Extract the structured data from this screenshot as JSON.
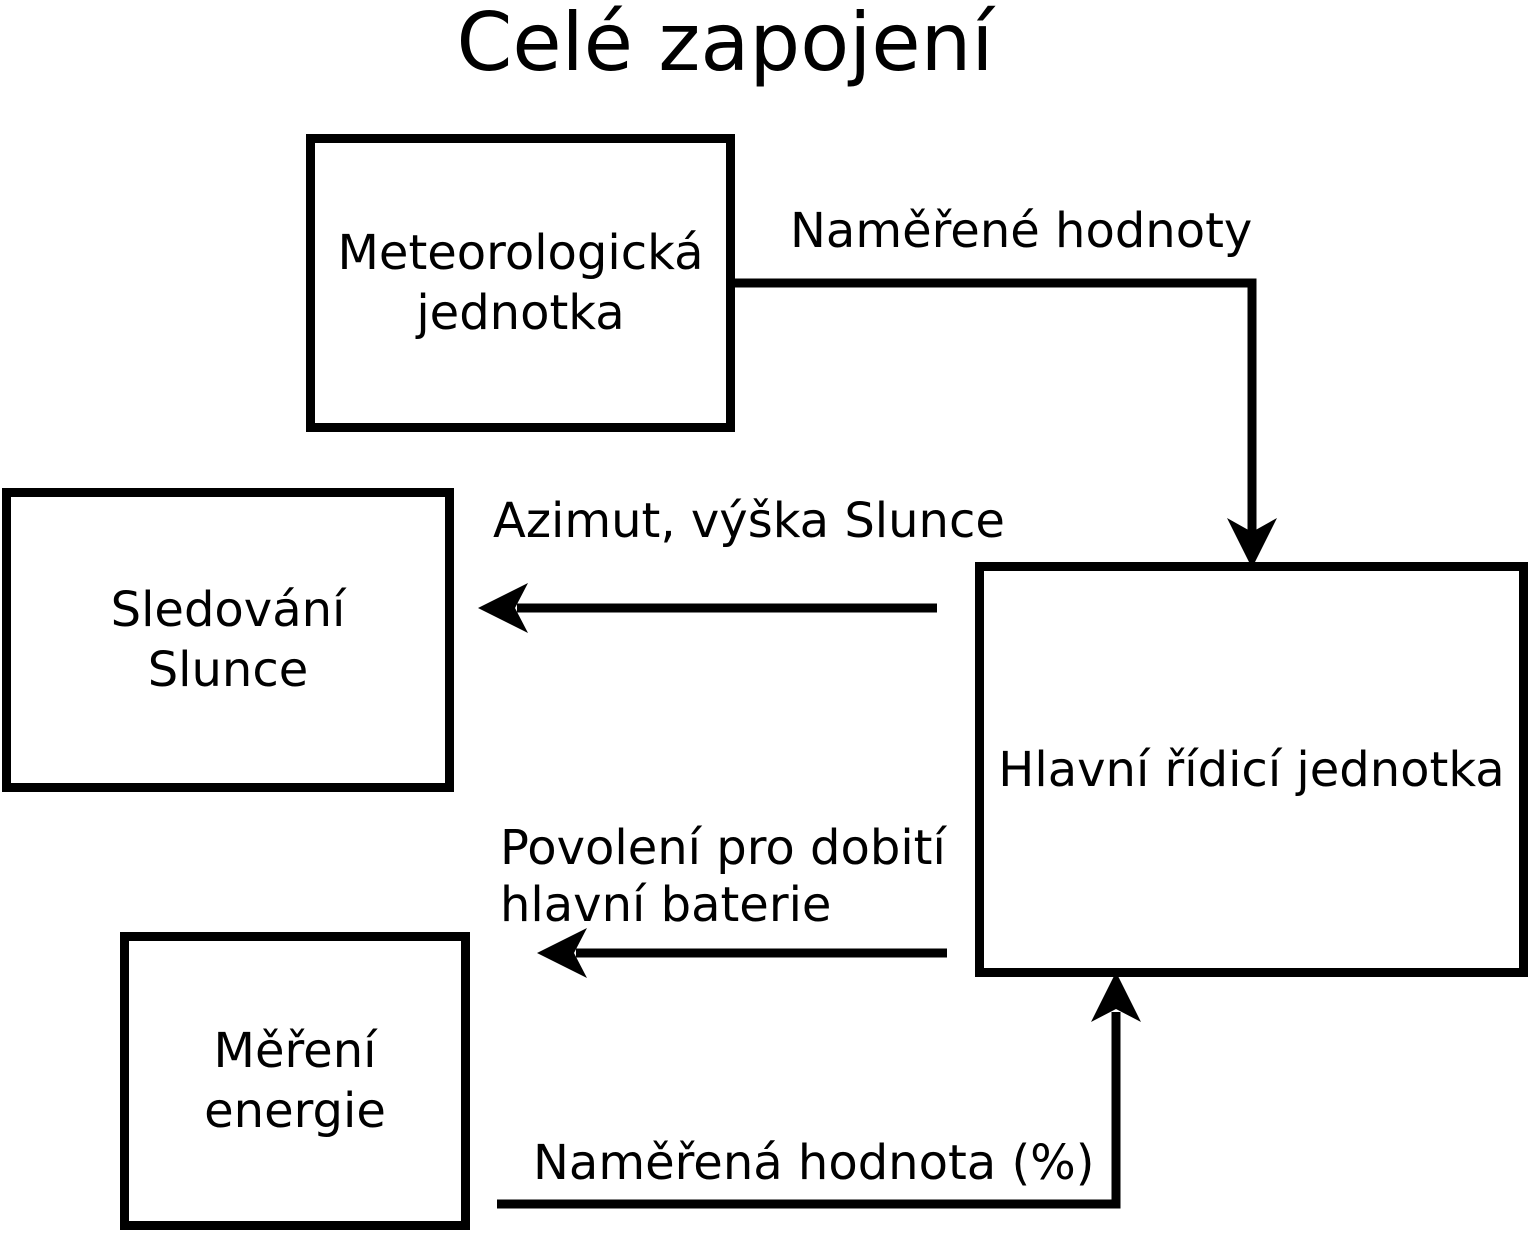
{
  "title": "Celé zapojení",
  "colors": {
    "ink": "#000000",
    "paper": "#ffffff"
  },
  "nodes": [
    {
      "id": "meteorological-unit",
      "label": "Meteorologická\njednotka"
    },
    {
      "id": "sun-tracking",
      "label": "Sledování\nSlunce"
    },
    {
      "id": "main-control-unit",
      "label": "Hlavní řídicí jednotka"
    },
    {
      "id": "energy-measurement",
      "label": "Měření\nenergie"
    }
  ],
  "edges": [
    {
      "label": "Naměřené hodnoty",
      "from": "meteorological-unit",
      "to": "main-control-unit"
    },
    {
      "label": "Azimut, výška Slunce",
      "from": "main-control-unit",
      "to": "sun-tracking"
    },
    {
      "label": "Povolení pro dobití\nhlavní baterie",
      "from": "main-control-unit",
      "to": ""
    },
    {
      "label": "Naměřená hodnota (%)",
      "from": "energy-measurement",
      "to": "main-control-unit"
    }
  ]
}
